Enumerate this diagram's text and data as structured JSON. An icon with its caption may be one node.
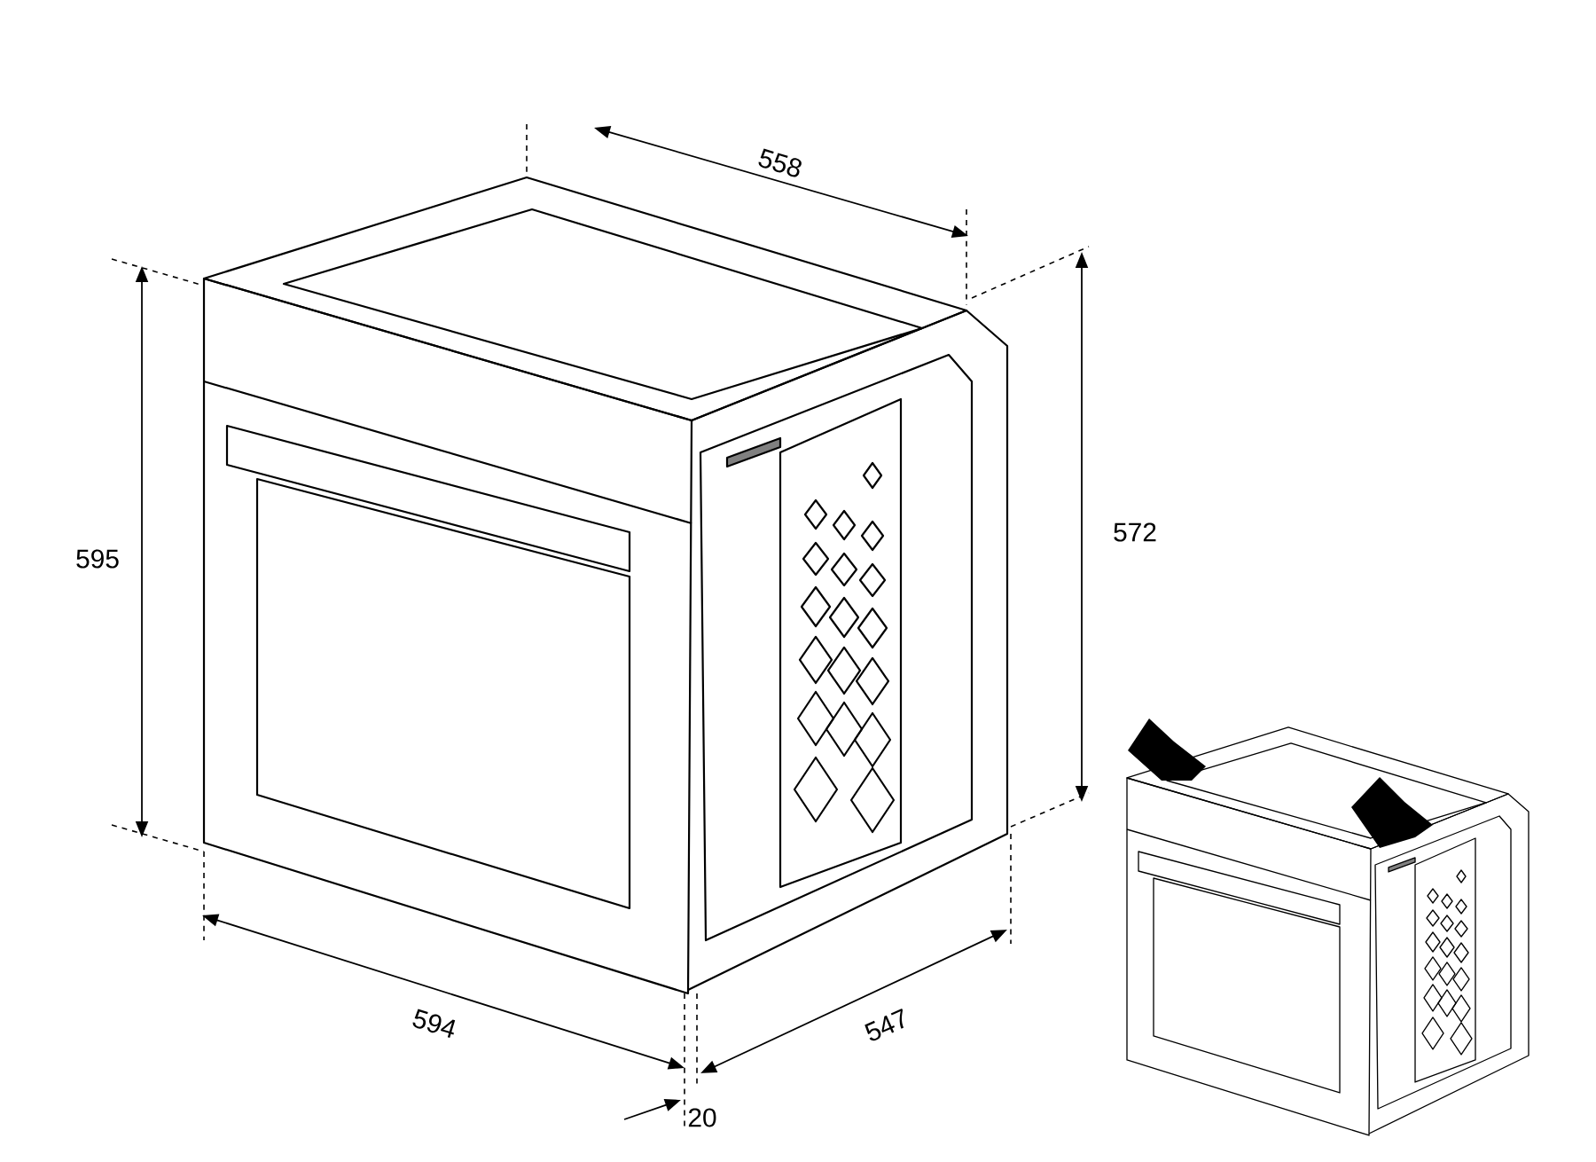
{
  "diagram": {
    "labels": [
      "558",
      "595",
      "572",
      "594",
      "547",
      "20"
    ]
  }
}
